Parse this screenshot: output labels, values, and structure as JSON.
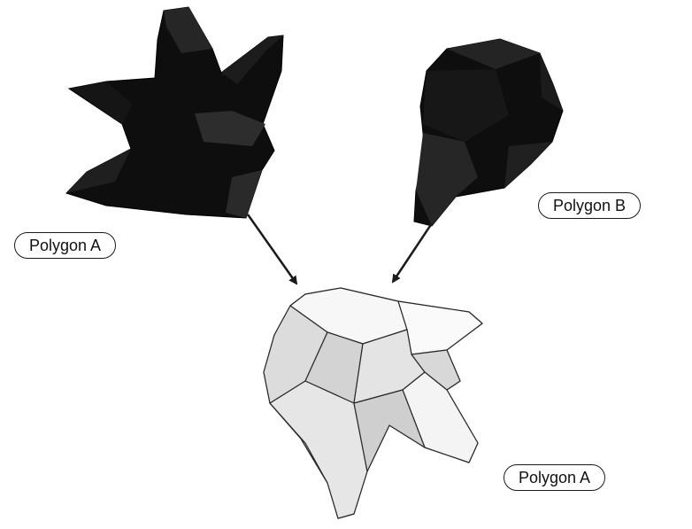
{
  "labels": {
    "polygon_a_top": "Polygon A",
    "polygon_b": "Polygon B",
    "polygon_a_bottom": "Polygon A"
  },
  "colors": {
    "dark_shape": "#0e0e0e",
    "light_shape": "#e9e9e9",
    "edge": "#2a2a2a",
    "arrow": "#1a1a1a"
  }
}
